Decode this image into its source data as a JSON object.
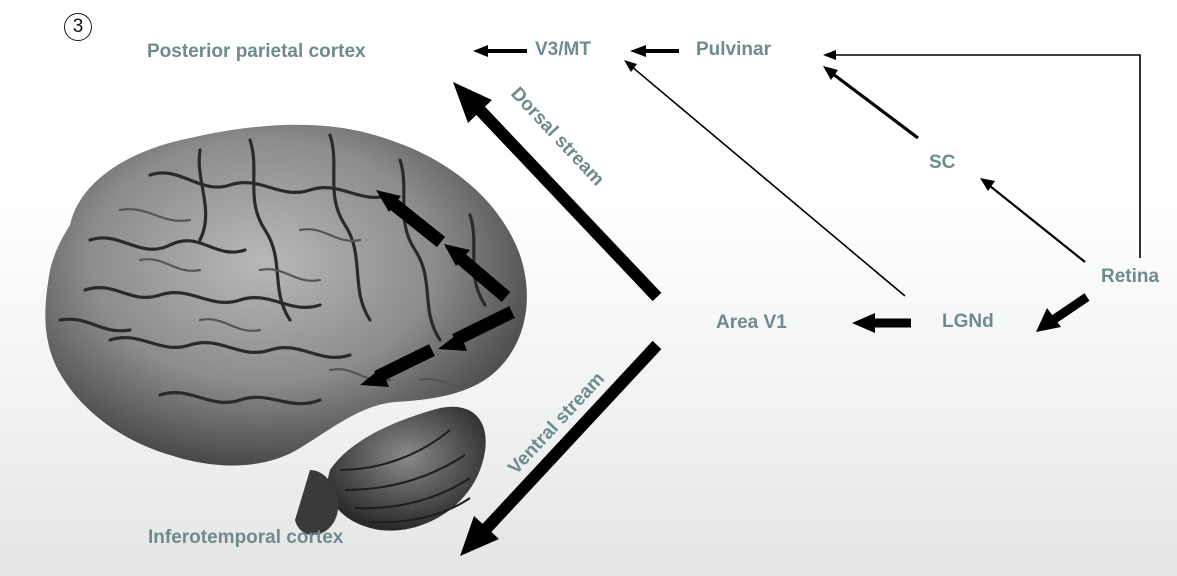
{
  "panel_number": "3",
  "nodes": {
    "posterior_parietal": "Posterior parietal cortex",
    "v3_mt": "V3/MT",
    "pulvinar": "Pulvinar",
    "sc": "SC",
    "retina": "Retina",
    "lgnd": "LGNd",
    "area_v1": "Area V1",
    "inferotemporal": "Inferotemporal cortex"
  },
  "streams": {
    "dorsal": "Dorsal stream",
    "ventral": "Ventral stream"
  },
  "colors": {
    "label": "#6f8b8c",
    "arrow": "#000000",
    "brain_base": "#8a8a8a",
    "brain_dark": "#2a2a2a"
  },
  "image": "brain-lateral-view"
}
